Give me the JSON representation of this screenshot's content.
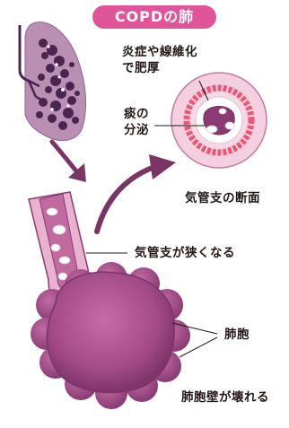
{
  "title": "COPDの肺",
  "labels": {
    "inflammation_line1": "炎症や線維化",
    "inflammation_line2": "で肥厚",
    "phlegm_line1": "痰の",
    "phlegm_line2": "分泌",
    "cross_section": "気管支の断面",
    "bronchus_narrow": "気管支が狭くなる",
    "alveoli": "肺胞",
    "alveoli_wall": "肺胞壁が壊れる"
  },
  "colors": {
    "title_bg": "#e0559a",
    "lung_fill": "#b98fb4",
    "lung_dark": "#4a2550",
    "tissue_pink": "#e9b2cf",
    "inflamed_red": "#e65a78",
    "alveoli_purple": "#a24a87",
    "arrow": "#7a3565"
  }
}
